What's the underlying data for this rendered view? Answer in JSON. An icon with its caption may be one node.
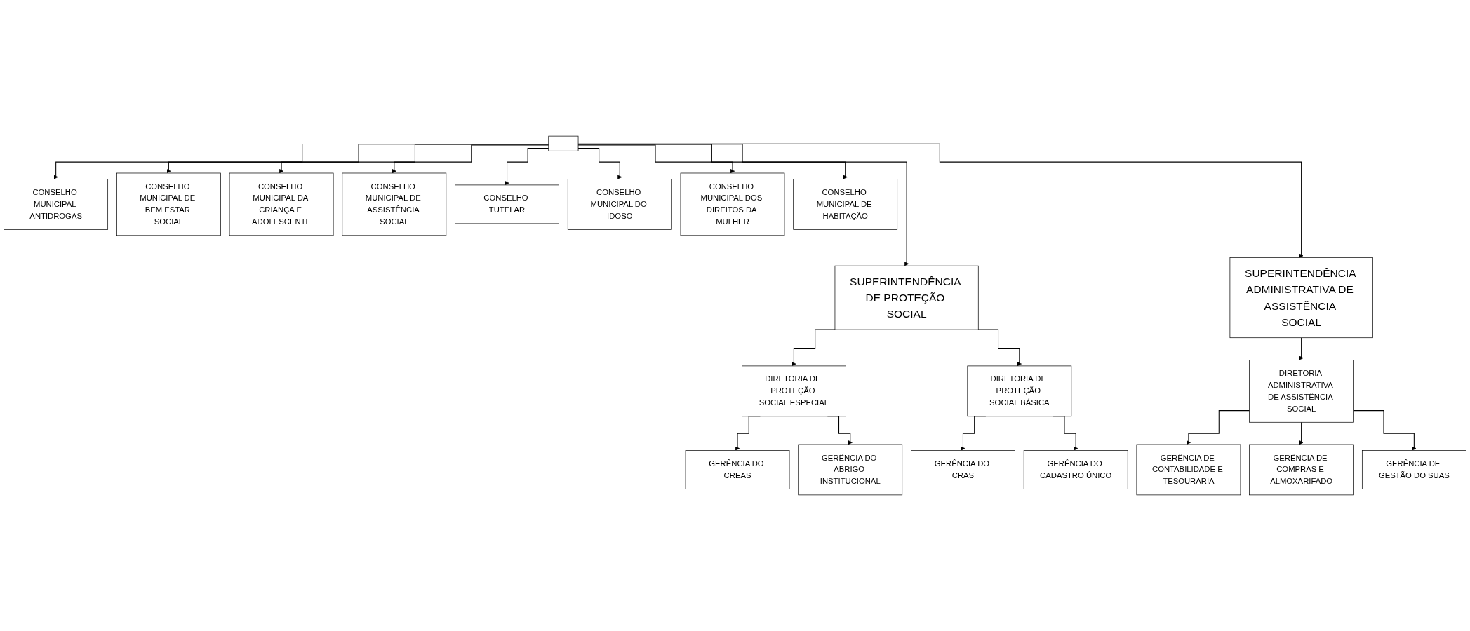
{
  "diagram": {
    "nodes": [
      {
        "text": [],
        "shape": "box"
      },
      {
        "text": [
          "CONSELHO MUNICIPAL ANTIDROGAS"
        ]
      },
      {
        "text": [
          "CONSELHO MUNICIPAL DE BEM ESTAR SOCIAL"
        ]
      },
      {
        "text": [
          "CONSELHO MUNICIPAL DA CRIANÇA E ADOLESCENTE"
        ]
      },
      {
        "text": [
          "CONSELHO MUNICIPAL DE ASSISTÊNCIA SOCIAL"
        ]
      },
      {
        "text": [
          "CONSELHO TUTELAR"
        ]
      },
      {
        "text": [
          "CONSELHO MUNICIPAL DO IDOSO"
        ]
      },
      {
        "text": [
          "CONSELHO MUNICIPAL DOS DIREITOS DA MULHER"
        ]
      },
      {
        "text": [
          "CONSELHO MUNICIPAL DE HABITAÇÃO"
        ]
      },
      {
        "text": [
          "SUPERINTENDÊNCIA DE PROTEÇÃO SOCIAL"
        ]
      },
      {
        "text": [
          "SUPERINTENDÊNCIA ADMINISTRATIVA DE ASSISTÊNCIA SOCIAL"
        ]
      },
      {
        "text": [
          "DIRETORIA DE PROTEÇÃO SOCIAL ESPECIAL"
        ]
      },
      {
        "text": [
          "DIRETORIA DE PROTEÇÃO SOCIAL BÁSICA"
        ]
      },
      {
        "text": [
          "DIRETORIA ADMINISTRATIVA DE ASSISTÊNCIA SOCIAL"
        ]
      },
      {
        "text": [
          "GERÊNCIA DO CREAS"
        ]
      },
      {
        "text": [
          "GERÊNCIA DO ABRIGO INSTITUCIONAL"
        ]
      },
      {
        "text": [
          "GERÊNCIA DO CRAS"
        ]
      },
      {
        "text": [
          "GERÊNCIA DO CADASTRO ÚNICO"
        ]
      },
      {
        "text": [
          "GERÊNCIA DE CONTABILIDADE E TESOURARIA"
        ]
      },
      {
        "text": [
          "GERÊNCIA DE COMPRAS E ALMOXARIFADO"
        ]
      },
      {
        "text": [
          "GERÊNCIA DE GESTÃO DO SUAS"
        ]
      }
    ],
    "edges": [
      {
        "from": 0,
        "to": 1,
        "arrow": "to"
      },
      {
        "from": 0,
        "to": 2,
        "arrow": "to"
      },
      {
        "from": 0,
        "to": 3,
        "arrow": "to"
      },
      {
        "from": 0,
        "to": 4,
        "arrow": "to"
      },
      {
        "from": 0,
        "to": 5,
        "arrow": "to"
      },
      {
        "from": 0,
        "to": 6,
        "arrow": "to"
      },
      {
        "from": 0,
        "to": 7,
        "arrow": "to"
      },
      {
        "from": 0,
        "to": 8,
        "arrow": "to"
      },
      {
        "from": 0,
        "to": 9,
        "arrow": "to"
      },
      {
        "from": 0,
        "to": 10,
        "arrow": "to"
      },
      {
        "from": 9,
        "to": 11,
        "arrow": "to"
      },
      {
        "from": 9,
        "to": 12,
        "arrow": "to"
      },
      {
        "from": 10,
        "to": 13,
        "arrow": "to"
      },
      {
        "from": 11,
        "to": 14,
        "arrow": "to"
      },
      {
        "from": 11,
        "to": 15,
        "arrow": "to"
      },
      {
        "from": 12,
        "to": 16,
        "arrow": "to"
      },
      {
        "from": 12,
        "to": 17,
        "arrow": "to"
      },
      {
        "from": 13,
        "to": 18,
        "arrow": "to"
      },
      {
        "from": 13,
        "to": 19,
        "arrow": "to"
      },
      {
        "from": 13,
        "to": 20,
        "arrow": "to"
      }
    ]
  }
}
